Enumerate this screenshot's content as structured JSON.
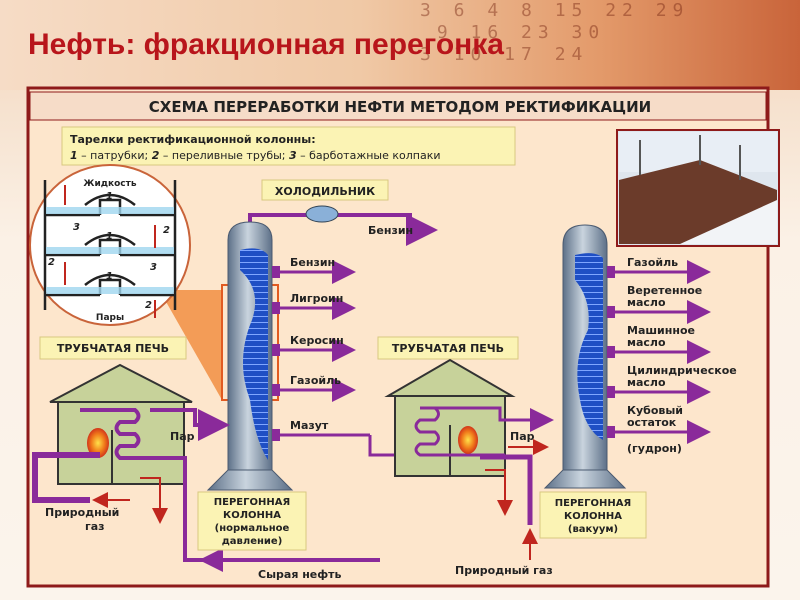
{
  "slide": {
    "title": "Нефть: фракционная перегонка",
    "background_numbers": "3 6 4 8 15 22 29\n 9 16 23 30\n3 10 17 24"
  },
  "diagram": {
    "title": "СХЕМА ПЕРЕРАБОТКИ НЕФТИ МЕТОДОМ РЕКТИФИКАЦИИ",
    "legend": {
      "heading": "Тарелки ректификационной колонны:",
      "n1": "1",
      "t1": " – патрубки; ",
      "n2": "2",
      "t2": " – переливные трубы; ",
      "n3": "3",
      "t3": " – барботажные колпаки"
    },
    "detail": {
      "top": "Жидкость",
      "bottom": "Пары",
      "labels": [
        "1",
        "1",
        "1",
        "2",
        "2",
        "2",
        "3",
        "3"
      ]
    },
    "cooler": "ХОЛОДИЛЬНИК",
    "left_column": {
      "furnace": "ТРУБЧАТАЯ ПЕЧЬ",
      "top_product": "Бензин",
      "products": [
        "Бензин",
        "Лигроин",
        "Керосин",
        "Газойль",
        "Мазут"
      ],
      "steam": "Пар",
      "gas_line1": "Природный",
      "gas_line2": "газ",
      "caption": [
        "ПЕРЕГОННАЯ",
        "КОЛОННА",
        "(нормальное",
        "давление)"
      ],
      "crude": "Сырая нефть"
    },
    "right_column": {
      "furnace": "ТРУБЧАТАЯ ПЕЧЬ",
      "products": [
        [
          "Газойль"
        ],
        [
          "Веретенное",
          "масло"
        ],
        [
          "Машинное",
          "масло"
        ],
        [
          "Цилиндрическое",
          "масло"
        ],
        [
          "Кубовый",
          "остаток"
        ]
      ],
      "tar": "(гудрон)",
      "steam": "Пар",
      "gas": "Природный газ",
      "caption": [
        "ПЕРЕГОННАЯ",
        "КОЛОННА",
        "(вакуум)"
      ]
    },
    "colors": {
      "pipe": "#8a2a9a",
      "column": "#7f95ad",
      "liquid": "#1f4fc4",
      "furnace": "#c7d29a",
      "panel": "#fde6cc",
      "label_box": "#fbf3b4",
      "frame": "#8e1a1a"
    }
  }
}
